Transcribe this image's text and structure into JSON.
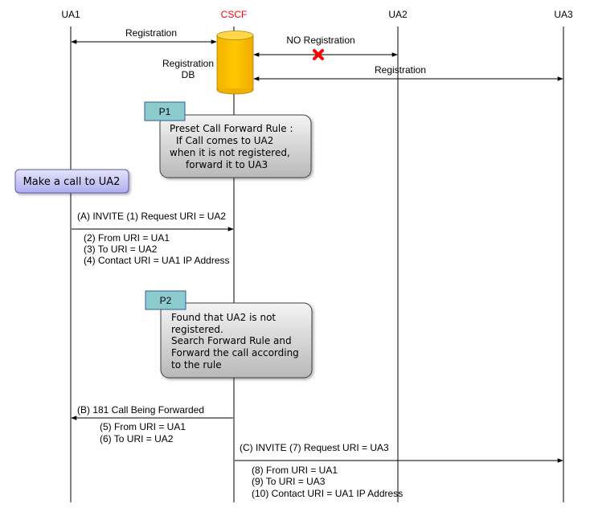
{
  "participants": {
    "ua1": "UA1",
    "cscf": "CSCF",
    "ua2": "UA2",
    "ua3": "UA3"
  },
  "db": {
    "label_line1": "Registration",
    "label_line2": "DB"
  },
  "registrations": {
    "ua1": "Registration",
    "ua2": "NO Registration",
    "ua3": "Registration"
  },
  "p1": {
    "tag": "P1",
    "lines": [
      "Preset Call Forward Rule :",
      "If Call comes to UA2",
      "when it is not registered,",
      "forward it to UA3"
    ]
  },
  "action": {
    "label": "Make a call to UA2"
  },
  "msg_a": {
    "title": "(A) INVITE (1) Request URI = UA2",
    "details": [
      "(2) From URI = UA1",
      "(3) To URI = UA2",
      "(4) Contact URI = UA1 IP Address"
    ]
  },
  "p2": {
    "tag": "P2",
    "lines": [
      "Found that UA2 is not",
      "registered.",
      "Search Forward Rule and",
      "Forward the call according",
      "to the rule"
    ]
  },
  "msg_b": {
    "title": "(B) 181 Call Being Forwarded",
    "details": [
      "(5) From URI = UA1",
      "(6) To URI = UA2"
    ]
  },
  "msg_c": {
    "title": "(C) INVITE (7) Request URI = UA3",
    "details": [
      "(8) From URI = UA1",
      "(9) To URI = UA3",
      "(10) Contact URI = UA1 IP Address"
    ]
  },
  "colors": {
    "cscf_label": "#ff0000",
    "db_fill": "#ffc000",
    "tag_fill": "#8ccbce",
    "note_fill": "#d9d9d9",
    "action_fill": "#c9c9f4",
    "error_mark": "#ff0000"
  }
}
